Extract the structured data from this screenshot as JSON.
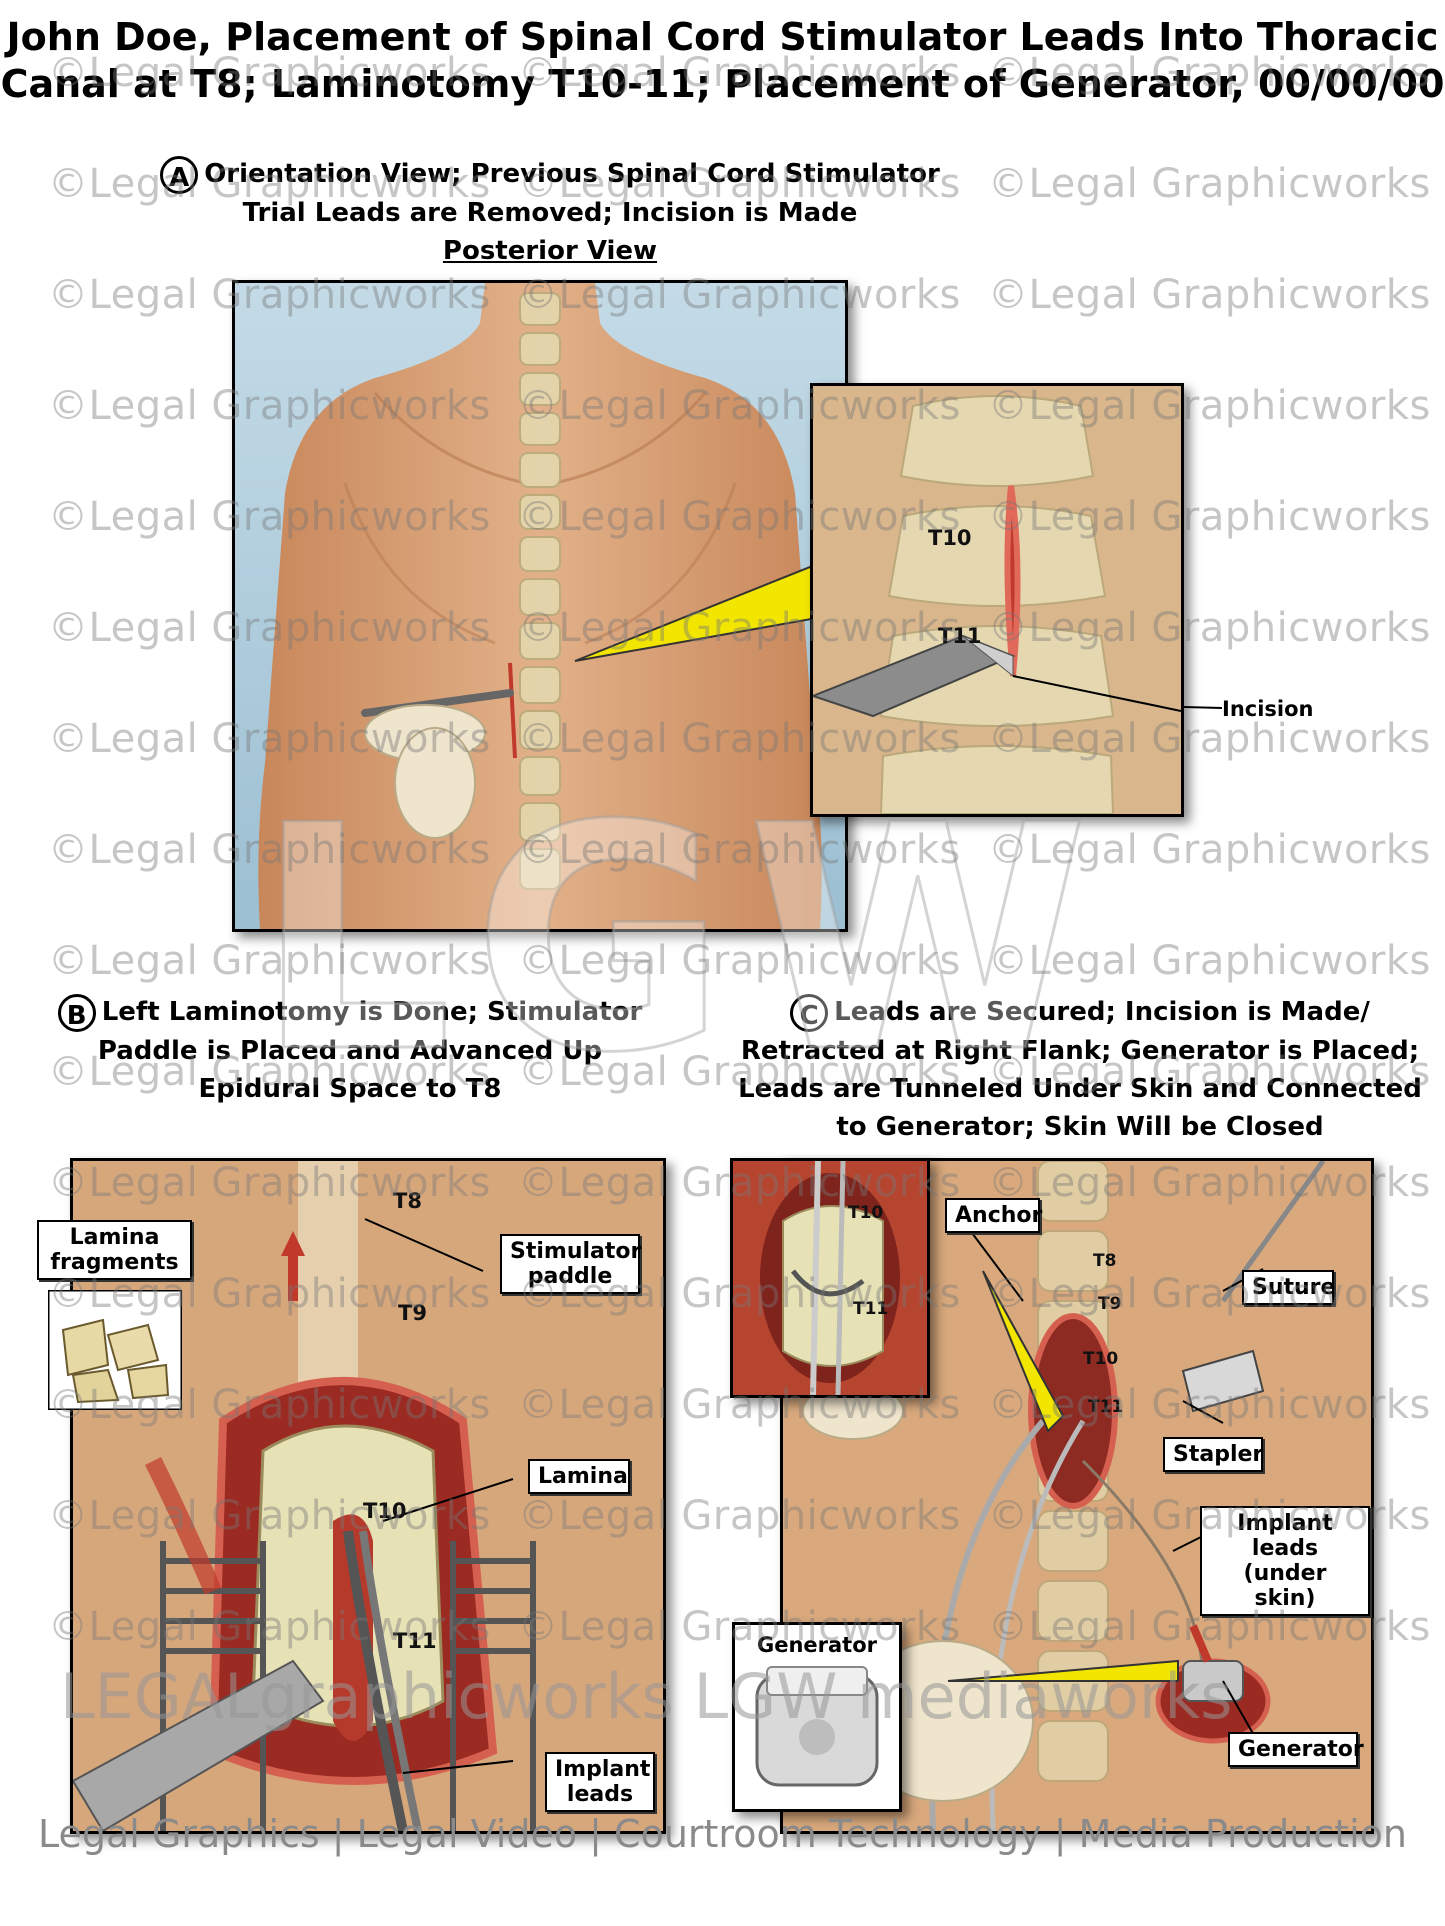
{
  "title": {
    "line1": "John Doe, Placement of Spinal Cord Stimulator Leads Into Thoracic",
    "line2": "Canal at T8; Laminotomy T10-11; Placement of Generator, 00/00/00"
  },
  "panel_a": {
    "letter": "A",
    "heading_line1": "Orientation View; Previous Spinal Cord Stimulator",
    "heading_line2": "Trial Leads are Removed; Incision is Made",
    "view_label": "Posterior View",
    "inset_labels": {
      "t10": "T10",
      "t11": "T11"
    },
    "callout_incision": "Incision"
  },
  "panel_b": {
    "letter": "B",
    "heading_line1": "Left Laminotomy is Done; Stimulator",
    "heading_line2": "Paddle is Placed and Advanced Up",
    "heading_line3": "Epidural Space to T8",
    "vertebra_labels": {
      "t8": "T8",
      "t9": "T9",
      "t10": "T10",
      "t11": "T11"
    },
    "callout_lamina_fragments": "Lamina fragments",
    "callout_stimulator_paddle": "Stimulator paddle",
    "callout_lamina": "Lamina",
    "callout_implant_leads": "Implant leads"
  },
  "panel_c": {
    "letter": "C",
    "heading_line1": "Leads are Secured; Incision is Made/",
    "heading_line2": "Retracted at Right Flank; Generator is Placed;",
    "heading_line3": "Leads are Tunneled Under Skin and Connected",
    "heading_line4": "to Generator; Skin Will be Closed",
    "inset_labels": {
      "t10": "T10",
      "t11": "T11"
    },
    "vertebra_labels": {
      "t8": "T8",
      "t9": "T9",
      "t10": "T10",
      "t11": "T11"
    },
    "callout_anchor": "Anchor",
    "callout_suture": "Suture",
    "callout_stapler": "Stapler",
    "callout_implant_leads": "Implant leads (under skin)",
    "callout_generator_box": "Generator",
    "callout_generator": "Generator"
  },
  "watermark": {
    "text": "©Legal Graphicworks",
    "big_logo": "LGW",
    "brand_line": "LEGALgraphicworks  LGW mediaworks"
  },
  "footer": "Legal Graphics | Legal Video | Courtroom Technology | Media Production",
  "colors": {
    "skin": "#d8a579",
    "bone": "#e6dcb2",
    "incision": "#c0392b",
    "bg_blue": "#a9c9db",
    "highlight": "#f2e600"
  }
}
